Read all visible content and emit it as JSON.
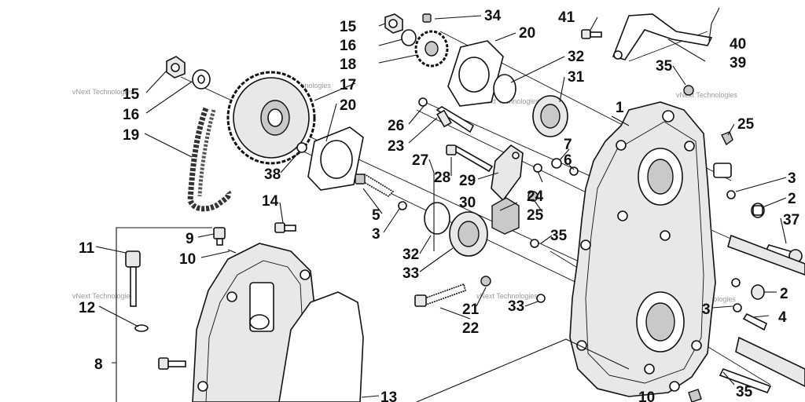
{
  "callouts": {
    "c1": "1",
    "c2a": "2",
    "c2b": "2",
    "c3a": "3",
    "c3b": "3",
    "c3c": "3",
    "c4": "4",
    "c5": "5",
    "c6": "6",
    "c7": "7",
    "c8": "8",
    "c9": "9",
    "c10a": "10",
    "c10b": "10",
    "c11": "11",
    "c12": "12",
    "c13": "13",
    "c14": "14",
    "c15a": "15",
    "c15b": "15",
    "c16a": "16",
    "c16b": "16",
    "c17": "17",
    "c18": "18",
    "c19": "19",
    "c20a": "20",
    "c20b": "20",
    "c21": "21",
    "c22": "22",
    "c23": "23",
    "c24": "24",
    "c25a": "25",
    "c25b": "25",
    "c26": "26",
    "c27": "27",
    "c28": "28",
    "c29": "29",
    "c30": "30",
    "c31": "31",
    "c32a": "32",
    "c32b": "32",
    "c33a": "33",
    "c33b": "33",
    "c34": "34",
    "c35a": "35",
    "c35b": "35",
    "c35c": "35",
    "c37": "37",
    "c38": "38",
    "c39": "39",
    "c40": "40",
    "c41": "41"
  },
  "watermark": "vNext Technologies",
  "colors": {
    "ink": "#111111",
    "watermark": "#9a9a9a",
    "background": "#ffffff"
  }
}
